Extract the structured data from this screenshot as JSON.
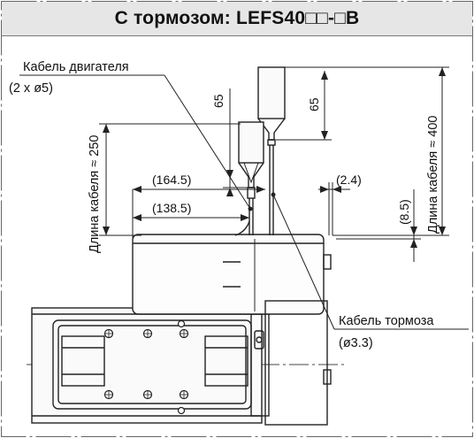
{
  "title": "С тормозом: LEFS40□□-□B",
  "labels": {
    "motor_cable": "Кабель двигателя",
    "motor_cable_spec": "(2 x ø5)",
    "brake_cable": "Кабель тормоза",
    "brake_cable_spec": "(ø3.3)",
    "cable_length_250": "Длина кабеля ≈ 250",
    "cable_length_400": "Длина кабеля ≈ 400"
  },
  "dimensions": {
    "d65_left": "65",
    "d65_right": "65",
    "d164_5": "(164.5)",
    "d138_5": "(138.5)",
    "d2_4": "(2.4)",
    "d8_5": "(8.5)"
  }
}
